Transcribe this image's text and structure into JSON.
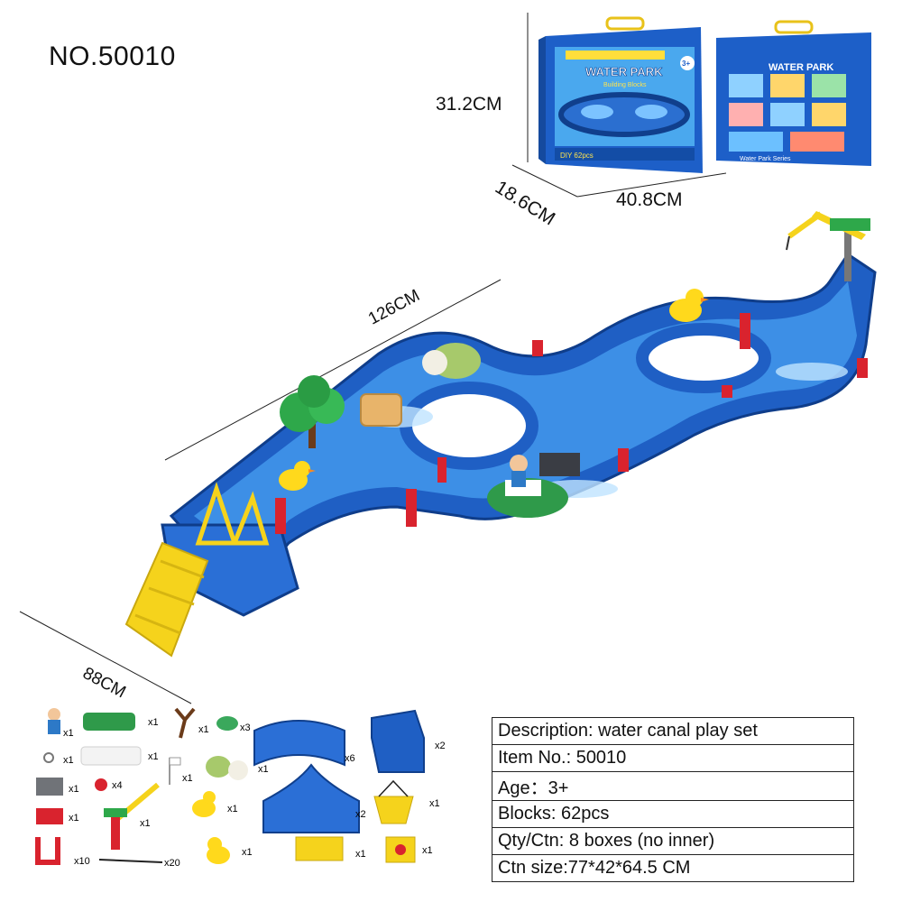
{
  "model_no": "NO.50010",
  "box": {
    "height": "31.2CM",
    "depth": "18.6CM",
    "width": "40.8CM",
    "brand_title": "WATER PARK",
    "brand_subtitle": "Building Blocks",
    "badge_age": "3+",
    "front_bottom_text": "DIY 62pcs",
    "back_bottom_text": "Water Park Series"
  },
  "playset": {
    "length": "126CM",
    "width": "88CM",
    "colors": {
      "track": "#1f5fc4",
      "water": "#3d8fe6",
      "accent_red": "#d9232e",
      "accent_yellow": "#f5d31c",
      "tree": "#2ea84a"
    }
  },
  "parts": [
    {
      "name": "figure",
      "qty": "x1"
    },
    {
      "name": "boat",
      "qty": "x1"
    },
    {
      "name": "branch",
      "qty": "x1"
    },
    {
      "name": "stone",
      "qty": "x3"
    },
    {
      "name": "ring",
      "qty": "x1"
    },
    {
      "name": "bridge",
      "qty": "x1"
    },
    {
      "name": "curve-track",
      "qty": "x6"
    },
    {
      "name": "tower-block",
      "qty": "x2"
    },
    {
      "name": "weight",
      "qty": "x1"
    },
    {
      "name": "flag",
      "qty": "x1"
    },
    {
      "name": "turtle",
      "qty": "x1"
    },
    {
      "name": "gear",
      "qty": "x4"
    },
    {
      "name": "crane",
      "qty": "x1"
    },
    {
      "name": "duck",
      "qty": "x1"
    },
    {
      "name": "junction-track",
      "qty": "x2"
    },
    {
      "name": "basket",
      "qty": "x1"
    },
    {
      "name": "red-block",
      "qty": "x1"
    },
    {
      "name": "gate",
      "qty": "x10"
    },
    {
      "name": "stick",
      "qty": "x20"
    },
    {
      "name": "duckling",
      "qty": "x1"
    },
    {
      "name": "ladder-plate",
      "qty": "x1"
    },
    {
      "name": "waterwheel",
      "qty": "x1"
    }
  ],
  "spec_rows": [
    "Description:  water canal play set",
    "Item No.: 50010",
    "Age：3+",
    "Blocks: 62pcs",
    "Qty/Ctn: 8 boxes (no inner)",
    "Ctn size:77*42*64.5 CM"
  ]
}
